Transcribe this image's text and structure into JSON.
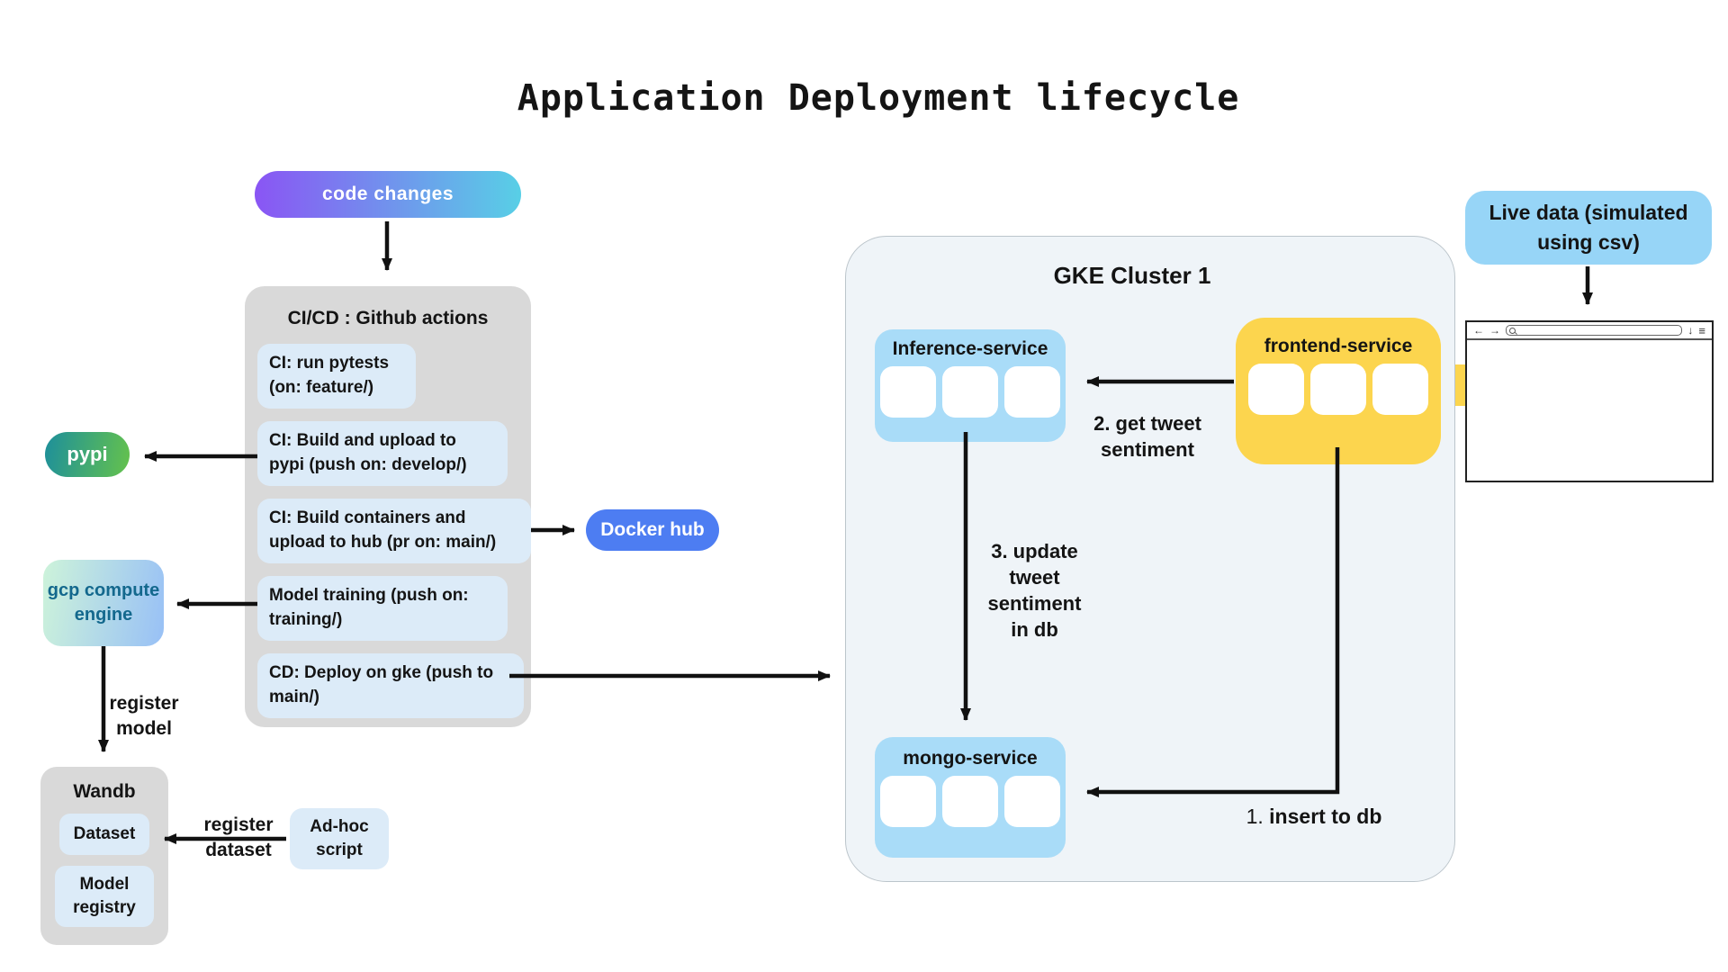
{
  "title": "Application Deployment lifecycle",
  "colors": {
    "gray_box": "#d9d9d9",
    "light_blue_item": "#dcebf8",
    "code_changes_gradient": [
      "#8a55f4",
      "#58cfe6"
    ],
    "pypi_gradient": [
      "#1d8f9b",
      "#65c24c"
    ],
    "docker_blue": "#4d7df2",
    "gcp_gradient": [
      "#cdf3da",
      "#98c0f6"
    ],
    "gcp_text": "#13688d",
    "cluster_bg": "#eff4f8",
    "service_blue": "#a9dcf8",
    "frontend_yellow": "#fcd54e",
    "live_data_blue": "#97d5f7",
    "arrow_black": "#111111"
  },
  "left": {
    "code_changes": "code changes",
    "cicd_title": "CI/CD : Github actions",
    "cicd_items": [
      "CI: run pytests (on: feature/)",
      "CI: Build and upload to pypi (push on: develop/)",
      "CI: Build containers and upload to hub (pr on: main/)",
      "Model training (push on: training/)",
      "CD: Deploy on gke (push to main/)"
    ],
    "pypi": "pypi",
    "docker_hub": "Docker hub",
    "gcp_compute_engine": "gcp compute engine",
    "register_model": "register model",
    "wandb_title": "Wandb",
    "wandb_dataset": "Dataset",
    "wandb_model_registry": "Model registry",
    "register_dataset": "register dataset",
    "adhoc_script": "Ad-hoc script"
  },
  "cluster": {
    "title": "GKE Cluster 1",
    "inference_label": "Inference-service",
    "frontend_label": "frontend-service",
    "mongo_label": "mongo-service",
    "flow_get_sentiment": "2. get tweet sentiment",
    "flow_update_sentiment": "3. update tweet sentiment in db",
    "flow_insert_prefix": "1.",
    "flow_insert_text": "insert to db"
  },
  "live_data": "Live data (simulated using csv)",
  "browser": {
    "back": "←",
    "forward": "→",
    "download": "↓",
    "menu": "≡"
  }
}
